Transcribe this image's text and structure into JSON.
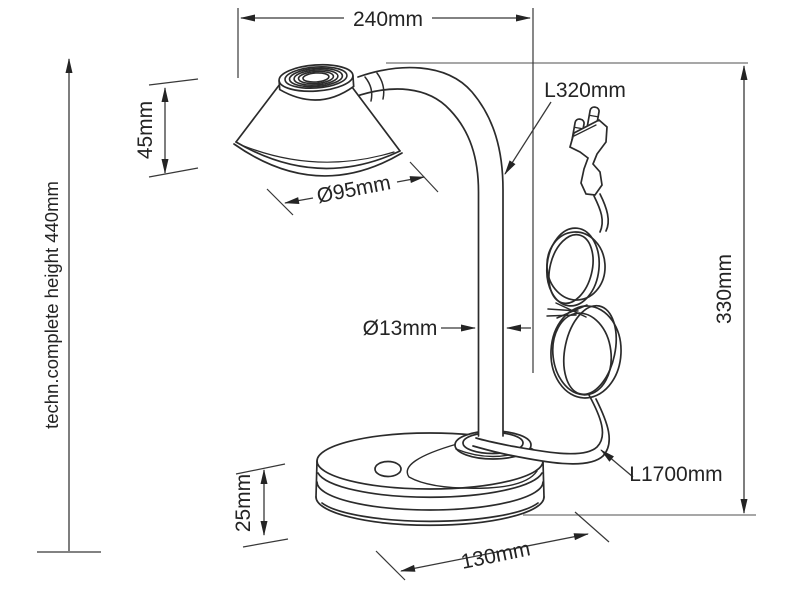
{
  "drawing": {
    "subject": "desk-lamp-technical-drawing",
    "background": "#ffffff",
    "line_color": "#2b2b2b",
    "dimension_line_color": "#383838",
    "extension_line_color": "#8a8a8a"
  },
  "dimensions": {
    "top_width": "240mm",
    "shade_height": "45mm",
    "shade_diameter": "Ø95mm",
    "complete_height": "techn.complete height 440mm",
    "arm_length": "L320mm",
    "tube_diameter": "Ø13mm",
    "body_height": "330mm",
    "base_height": "25mm",
    "base_diameter": "130mm",
    "cable_length": "L1700mm"
  }
}
